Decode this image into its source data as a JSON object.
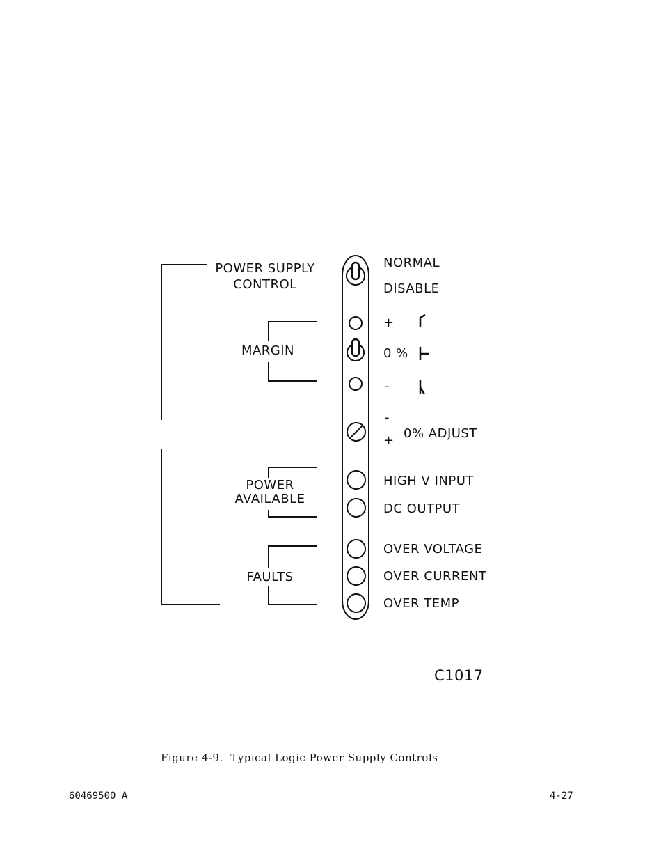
{
  "groups": {
    "power_supply_control": "POWER SUPPLY\nCONTROL",
    "margin": "MARGIN",
    "power_available": "POWER\nAVAILABLE",
    "faults": "FAULTS"
  },
  "controls": {
    "normal": "NORMAL",
    "disable": "DISABLE",
    "margin_plus": "+",
    "margin_zero": "0 %",
    "margin_minus": "-",
    "adjust_minus": "-",
    "adjust_plus": "+",
    "adjust": "0% ADJUST",
    "high_v_input": "HIGH V INPUT",
    "dc_output": "DC OUTPUT",
    "over_voltage": "OVER VOLTAGE",
    "over_current": "OVER CURRENT",
    "over_temp": "OVER TEMP"
  },
  "drawing_id": "C1017",
  "caption": "Figure 4-9.  Typical Logic Power Supply Controls",
  "footer": {
    "doc_number": "60469500 A",
    "page": "4-27"
  }
}
